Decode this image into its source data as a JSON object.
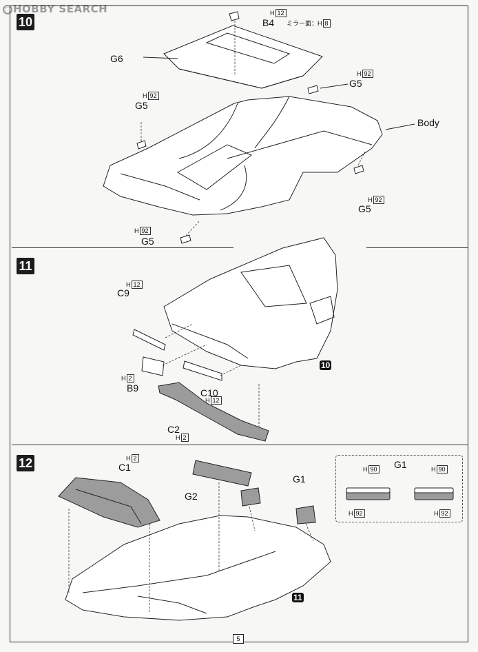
{
  "watermark": "HOBBY SEARCH",
  "page_number": "5",
  "steps": {
    "s10": {
      "number": "10",
      "b4": {
        "label": "B4",
        "h": "H",
        "h_num": "12",
        "mirror_text": "ミラー面：H",
        "mirror_num": "8"
      },
      "g6": {
        "label": "G6"
      },
      "g5_right": {
        "label": "G5",
        "h": "H",
        "h_num": "92"
      },
      "g5_left": {
        "label": "G5",
        "h": "H",
        "h_num": "92"
      },
      "body": {
        "label": "Body"
      },
      "g5_lower_right": {
        "label": "G5",
        "h": "H",
        "h_num": "92"
      },
      "g5_bottom": {
        "label": "G5",
        "h": "H",
        "h_num": "92"
      }
    },
    "s11": {
      "number": "11",
      "c9": {
        "label": "C9",
        "h": "H",
        "h_num": "12"
      },
      "b9": {
        "label": "B9",
        "h": "H",
        "h_num": "2"
      },
      "c10": {
        "label": "C10",
        "h": "H",
        "h_num": "12"
      },
      "c2": {
        "label": "C2",
        "h": "H",
        "h_num": "2"
      },
      "ref": "10"
    },
    "s12": {
      "number": "12",
      "c1": {
        "label": "C1",
        "h": "H",
        "h_num": "2"
      },
      "g2": {
        "label": "G2"
      },
      "g1": {
        "label": "G1"
      },
      "ref": "11",
      "inset": {
        "title": "G1",
        "h": "H",
        "top_num": "90",
        "bottom_num": "92"
      }
    }
  }
}
